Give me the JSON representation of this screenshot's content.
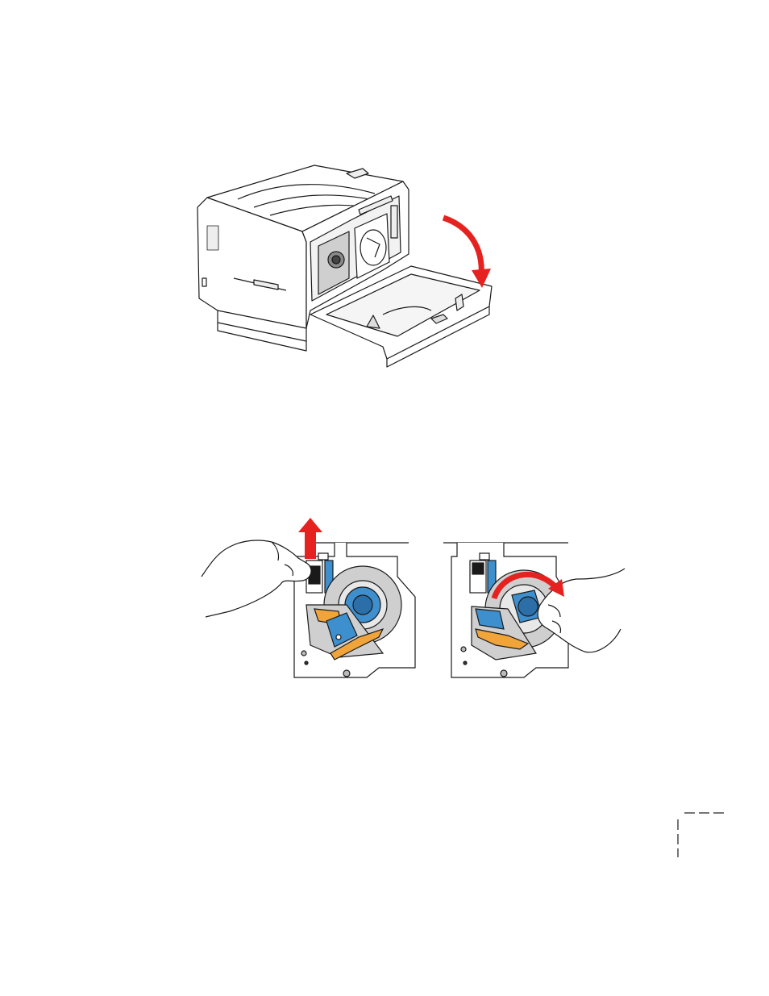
{
  "page": {
    "figures": [
      {
        "id": "open-front-door",
        "icon": "printer-front-door-open-illustration"
      },
      {
        "id": "lift-lock-lever",
        "icon": "lift-lever-up-arrow-illustration"
      },
      {
        "id": "rotate-cartridge",
        "icon": "rotate-cartridge-arrow-illustration"
      }
    ],
    "colors": {
      "arrow": "#e5221f",
      "cartridge_blue": "#3e8fce",
      "lever_orange": "#f0a43a",
      "line": "#1a1a1a",
      "gray": "#cfcfcf"
    }
  }
}
